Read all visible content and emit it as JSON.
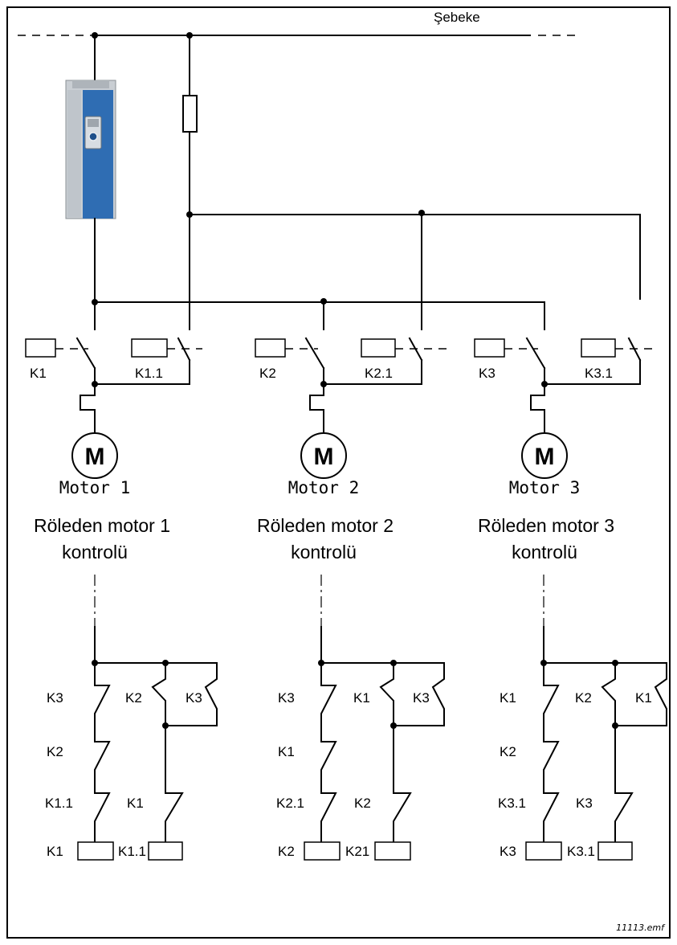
{
  "network_label": "Şebeke",
  "file_label": "11113.emf",
  "motor_symbol": "M",
  "motors": [
    {
      "coil_main": "K1",
      "coil_bypass": "K1.1",
      "name": "Motor 1",
      "caption_line1": "Röleden motor 1",
      "caption_line2": "kontrolü"
    },
    {
      "coil_main": "K2",
      "coil_bypass": "K2.1",
      "name": "Motor 2",
      "caption_line1": "Röleden motor 2",
      "caption_line2": "kontrolü"
    },
    {
      "coil_main": "K3",
      "coil_bypass": "K3.1",
      "name": "Motor 3",
      "caption_line1": "Röleden motor 3",
      "caption_line2": "kontrolü"
    }
  ],
  "ladders": [
    {
      "left_labels": [
        "K3",
        "K2",
        "K1.1"
      ],
      "right_top_labels": [
        "K2",
        "K3"
      ],
      "right_contact_label": "K1",
      "coil_labels": [
        "K1",
        "K1.1"
      ]
    },
    {
      "left_labels": [
        "K3",
        "K1",
        "K2.1"
      ],
      "right_top_labels": [
        "K1",
        "K3"
      ],
      "right_contact_label": "K2",
      "coil_labels": [
        "K2",
        "K21"
      ]
    },
    {
      "left_labels": [
        "K1",
        "K2",
        "K3.1"
      ],
      "right_top_labels": [
        "K2",
        "K1"
      ],
      "right_contact_label": "K3",
      "coil_labels": [
        "K3",
        "K3.1"
      ]
    }
  ],
  "colors": {
    "drive_body": "#c9ced3",
    "drive_front": "#2f6db3",
    "drive_panel": "#d8dde2"
  },
  "icons": {
    "drive": "frequency-converter-icon",
    "motor": "motor-icon"
  }
}
